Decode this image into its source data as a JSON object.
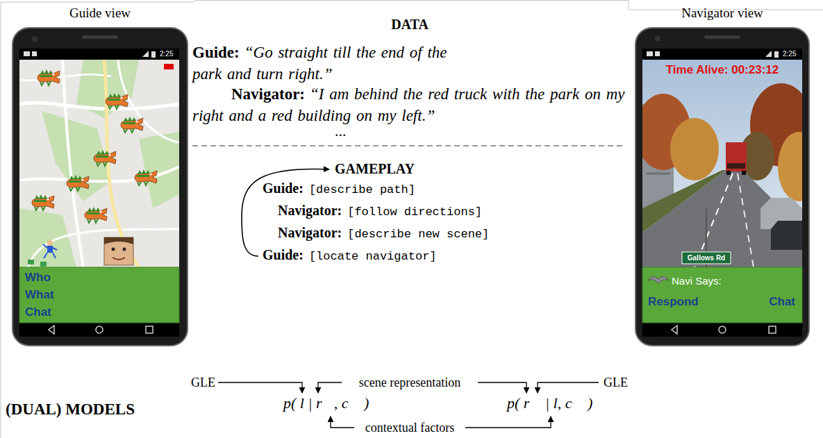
{
  "diagram": {
    "nodes": [
      {
        "text": [
          "Guide view"
        ]
      },
      {
        "text": [
          "Who",
          "What",
          "Chat"
        ],
        "in": 0
      },
      {
        "text": [
          "Navigator view"
        ]
      },
      {
        "text": [
          "Navi Says:",
          "Respond",
          "Chat"
        ],
        "in": 2
      }
    ],
    "labels": [
      "2:25",
      "DATA",
      "Guide:",
      "“Go straight till the end of the park and turn right.”",
      "Navigator:",
      "“I am behind the red truck with the park on my right and a red building on my left.”",
      "...",
      "GAMEPLAY",
      "Guide:",
      "[describe path]",
      "Navigator:",
      "[follow directions]",
      "Navigator:",
      "[describe new scene]",
      "Guide:",
      "[locate navigator]",
      "2:25",
      "Time Alive: 00:23:12",
      "Gallows Rd",
      "GLE",
      "scene representation",
      "GLE",
      "(DUAL) MODELS",
      "p( l | r⃗, c⃗ )",
      "p( r⃗ | l, c⃗ )",
      "contextual factors"
    ]
  }
}
